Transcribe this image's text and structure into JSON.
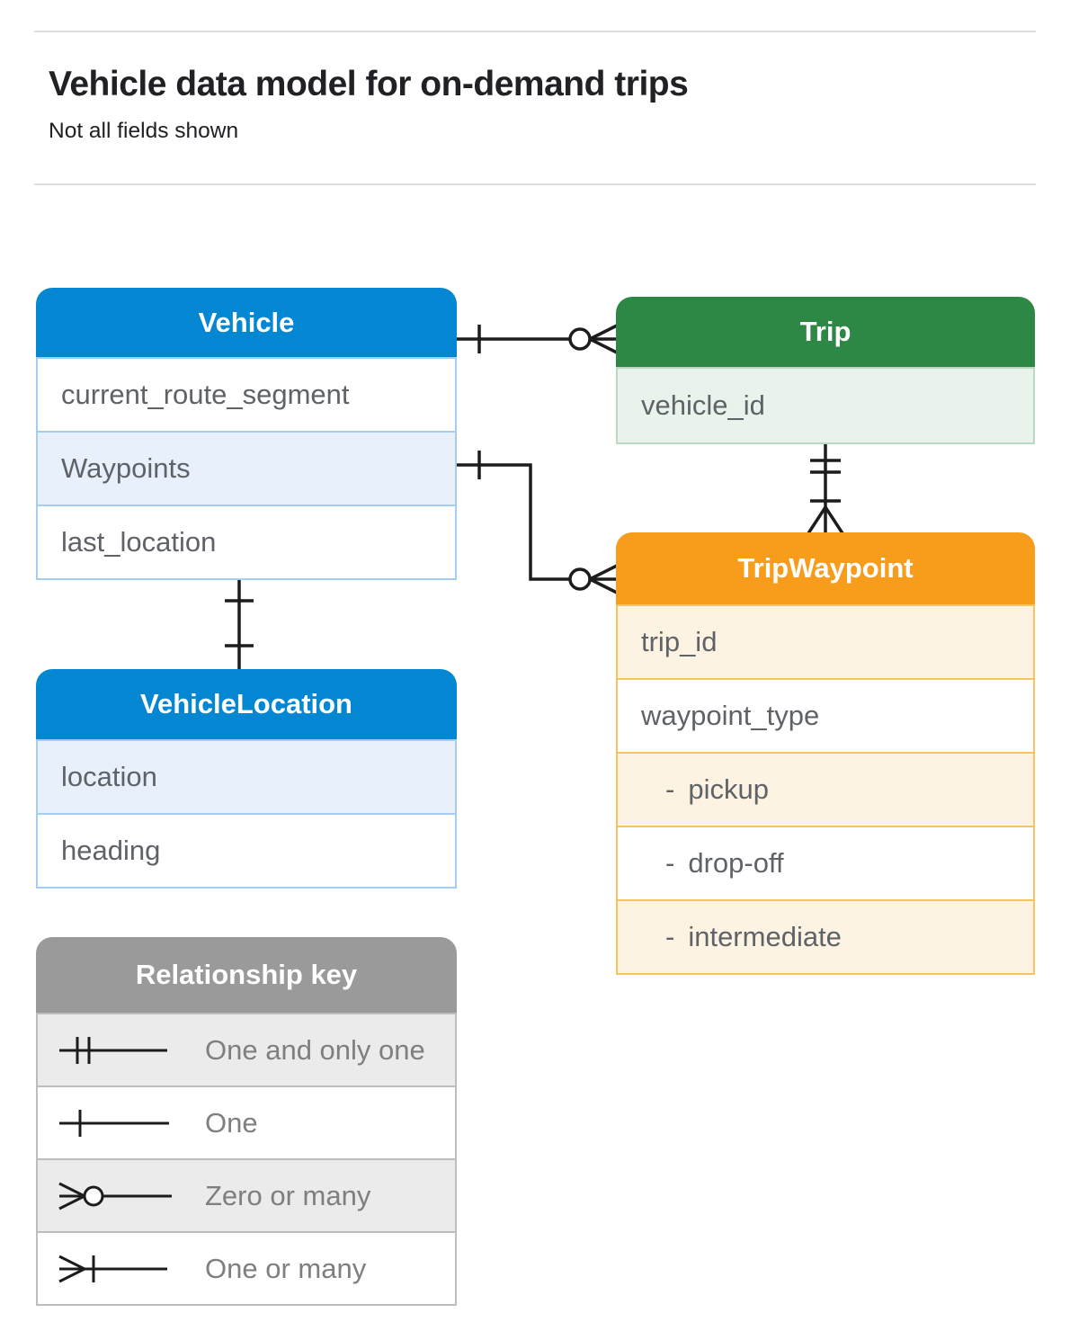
{
  "page": {
    "title": "Vehicle data model for on-demand trips",
    "subtitle": "Not all fields shown"
  },
  "colors": {
    "blue_header": "#0487d2",
    "blue_light": "#e8f1fb",
    "blue_border": "#a5cdf2",
    "green_header": "#2d8745",
    "green_light": "#e9f3ec",
    "green_border": "#b9dac1",
    "orange_header": "#f89c1c",
    "orange_light": "#fdf3e2",
    "orange_border": "#f7c35d",
    "gray_header": "#9a9a9a",
    "gray_light": "#ebebeb",
    "gray_border": "#bdbdbd",
    "line": "#1c1c1c",
    "field_text": "#5f6368",
    "legend_text": "#7f7f7f",
    "title_text": "#202124"
  },
  "entities": {
    "vehicle": {
      "title": "Vehicle",
      "rows": [
        {
          "label": "current_route_segment"
        },
        {
          "label": "Waypoints"
        },
        {
          "label": "last_location"
        }
      ]
    },
    "trip": {
      "title": "Trip",
      "rows": [
        {
          "label": "vehicle_id"
        }
      ]
    },
    "trip_waypoint": {
      "title": "TripWaypoint",
      "rows": [
        {
          "label": "trip_id"
        },
        {
          "label": "waypoint_type"
        },
        {
          "bullet": "-",
          "label": "pickup"
        },
        {
          "bullet": "-",
          "label": "drop-off"
        },
        {
          "bullet": "-",
          "label": "intermediate"
        }
      ]
    },
    "vehicle_location": {
      "title": "VehicleLocation",
      "rows": [
        {
          "label": "location"
        },
        {
          "label": "heading"
        }
      ]
    }
  },
  "relationships": [
    {
      "from": "Vehicle",
      "to": "Trip",
      "from_cardinality": "one",
      "to_cardinality": "zero-or-many"
    },
    {
      "from": "Vehicle.Waypoints",
      "to": "TripWaypoint",
      "from_cardinality": "one",
      "to_cardinality": "zero-or-many"
    },
    {
      "from": "Trip",
      "to": "TripWaypoint",
      "from_cardinality": "one-and-only-one",
      "to_cardinality": "one-or-many"
    },
    {
      "from": "Vehicle.last_location",
      "to": "VehicleLocation",
      "from_cardinality": "one",
      "to_cardinality": "one"
    }
  ],
  "legend": {
    "title": "Relationship key",
    "items": [
      {
        "symbol": "one-and-only-one",
        "label": "One and only one"
      },
      {
        "symbol": "one",
        "label": "One"
      },
      {
        "symbol": "zero-or-many",
        "label": "Zero or many"
      },
      {
        "symbol": "one-or-many",
        "label": "One or many"
      }
    ]
  }
}
